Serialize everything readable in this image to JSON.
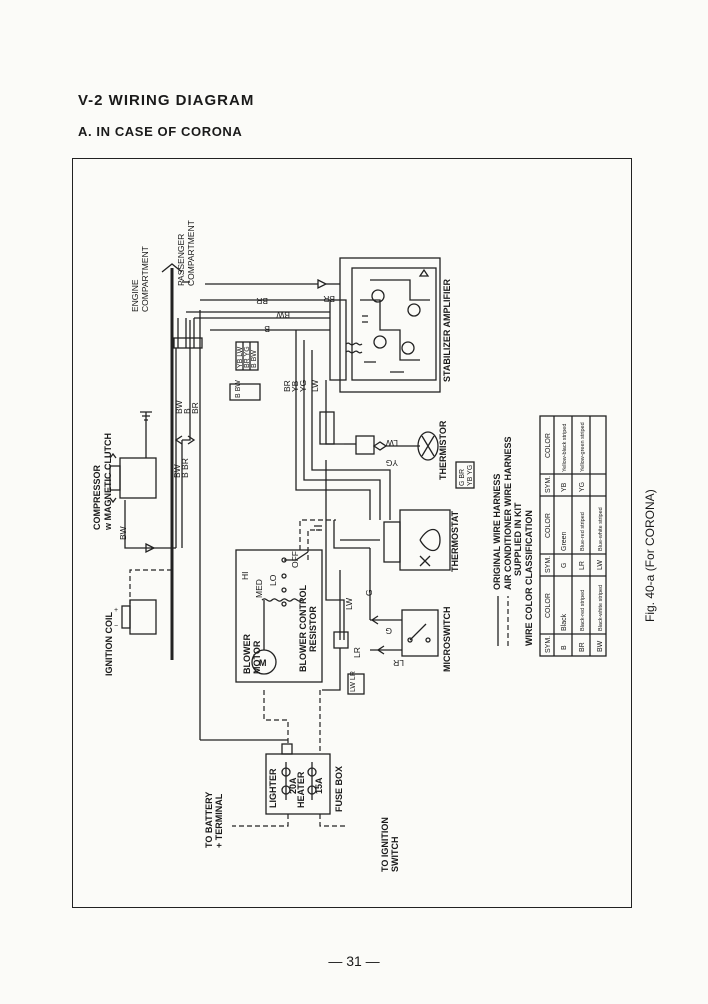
{
  "heading": "V-2  WIRING DIAGRAM",
  "subheading": "A.  IN CASE OF CORONA",
  "figure_caption": "Fig. 40-a (For CORONA)",
  "page_number": "— 31 —",
  "labels": {
    "engine_compartment": "ENGINE",
    "engine_compartment_2": "COMPARTMENT",
    "passenger_compartment": "PASSENGER",
    "passenger_compartment_2": "COMPARTMENT",
    "compressor": "COMPRESSOR",
    "compressor_2": "w MAGNETIC CLUTCH",
    "ignition_coil": "IGNITION COIL",
    "blower_motor": "BLOWER",
    "blower_motor_2": "MOTOR",
    "blower_resistor": "BLOWER CONTROL",
    "blower_resistor_2": "RESISTOR",
    "switch_hi": "HI",
    "switch_med": "MED",
    "switch_lo": "LO",
    "switch_off": "OFF",
    "stabilizer_amplifier": "STABILIZER AMPLIFIER",
    "thermistor": "THERMISTOR",
    "thermostat": "THERMOSTAT",
    "microswitch": "MICROSWITCH",
    "fuse_lighter": "LIGHTER",
    "fuse_lighter_amp": "20A",
    "fuse_heater": "HEATER",
    "fuse_heater_amp": "15A",
    "fuse_box": "FUSE BOX",
    "to_battery": "TO BATTERY",
    "to_battery_2": "+ TERMINAL",
    "to_ignition": "TO IGNITION",
    "to_ignition_2": "SWITCH"
  },
  "wire_codes": {
    "br": "BR",
    "bw": "BW",
    "b": "B",
    "yb": "YB",
    "yg": "YG",
    "lw": "LW",
    "lr": "LR",
    "g": "G",
    "bbr": "B BR",
    "bw_stack": "BW",
    "b_stack": "B",
    "br_stack": "BR",
    "yb_stack": "YB",
    "yg_stack": "YG",
    "lw_stack": "LW",
    "conn_a": "YB LW",
    "conn_b": "BR YG",
    "conn_c": "B BW",
    "conn_d": "G BR",
    "conn_e": "YB YG",
    "conn_f": "LW LR",
    "thermo_lw": "LW",
    "thermo_yg": "YG",
    "g_micro": "G",
    "lr_micro": "LR"
  },
  "legend": {
    "solid_line": "ORIGINAL WIRE HARNESS",
    "dashed_line": "AIR CONDITIONER WIRE HARNESS",
    "dashed_line_2": "SUPPLIED IN KIT",
    "table_title": "WIRE COLOR CLASSIFICATION",
    "headers": [
      "SYM.",
      "COLOR",
      "SYM.",
      "COLOR",
      "SYM.",
      "COLOR"
    ],
    "rows": [
      [
        "B",
        "Black",
        "G",
        "Green",
        "YB",
        "Yellow-black striped"
      ],
      [
        "BR",
        "Black-red striped",
        "LR",
        "Blue-red striped",
        "YG",
        "Yellow-green striped"
      ],
      [
        "BW",
        "Black-white striped",
        "LW",
        "Blue-white striped",
        "",
        ""
      ]
    ]
  }
}
